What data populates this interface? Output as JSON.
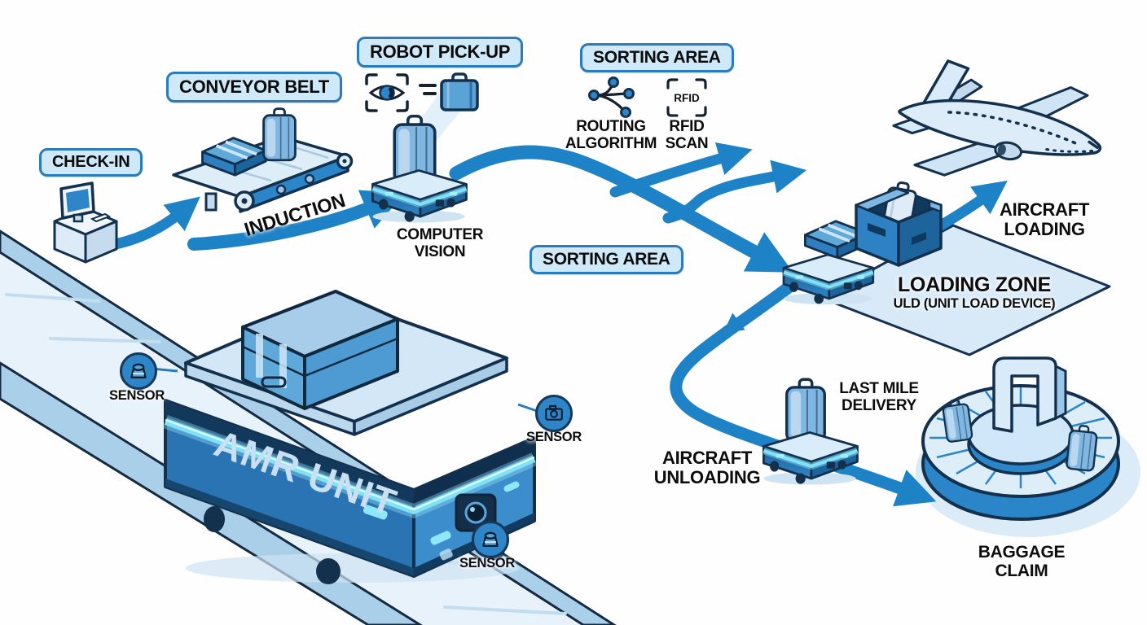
{
  "colors": {
    "arrow_blue": "#1e82c6",
    "label_fill": "#cfe9f9",
    "label_border": "#2a7cc0",
    "outline_navy": "#13304c",
    "glow_cyan": "#7ee2f7",
    "robot_blue": "#2e86c8",
    "robot_dark": "#1d639c",
    "surface_light": "#ddeefa",
    "track_fill": "#e8f2fb",
    "track_band": "#a9cfe9"
  },
  "stages": {
    "check_in": {
      "label": "CHECK-IN"
    },
    "conveyor": {
      "label": "CONVEYOR BELT"
    },
    "induction": {
      "label": "INDUCTION"
    },
    "robot_pickup": {
      "label": "ROBOT PICK-UP",
      "caption": "COMPUTER\nVISION"
    },
    "sorting": {
      "label_top": "SORTING AREA",
      "label_mid": "SORTING AREA",
      "routing_caption": "ROUTING\nALGORITHM",
      "rfid_caption": "RFID\nSCAN",
      "rfid_tag": "RFID"
    },
    "aircraft_loading": {
      "caption": "AIRCRAFT\nLOADING"
    },
    "loading_zone": {
      "title": "LOADING ZONE",
      "subtitle": "ULD (UNIT LOAD DEVICE)"
    },
    "last_mile": {
      "caption": "LAST MILE\nDELIVERY"
    },
    "aircraft_unloading": {
      "caption": "AIRCRAFT\nUNLOADING"
    },
    "baggage_claim": {
      "caption": "BAGGAGE\nCLAIM"
    }
  },
  "amr": {
    "name": "AMR UNIT",
    "sensor_labels": [
      "SENSOR",
      "SENSOR",
      "SENSOR"
    ]
  },
  "icons": {
    "vision": "eye-scan-icon",
    "pickup_bag": "suitcase-motion-icon",
    "routing": "network-branch-icon",
    "rfid": "rfid-frame-icon",
    "sensor_left": "lidar-icon",
    "sensor_right": "camera-icon",
    "sensor_bottom": "lidar-icon"
  }
}
